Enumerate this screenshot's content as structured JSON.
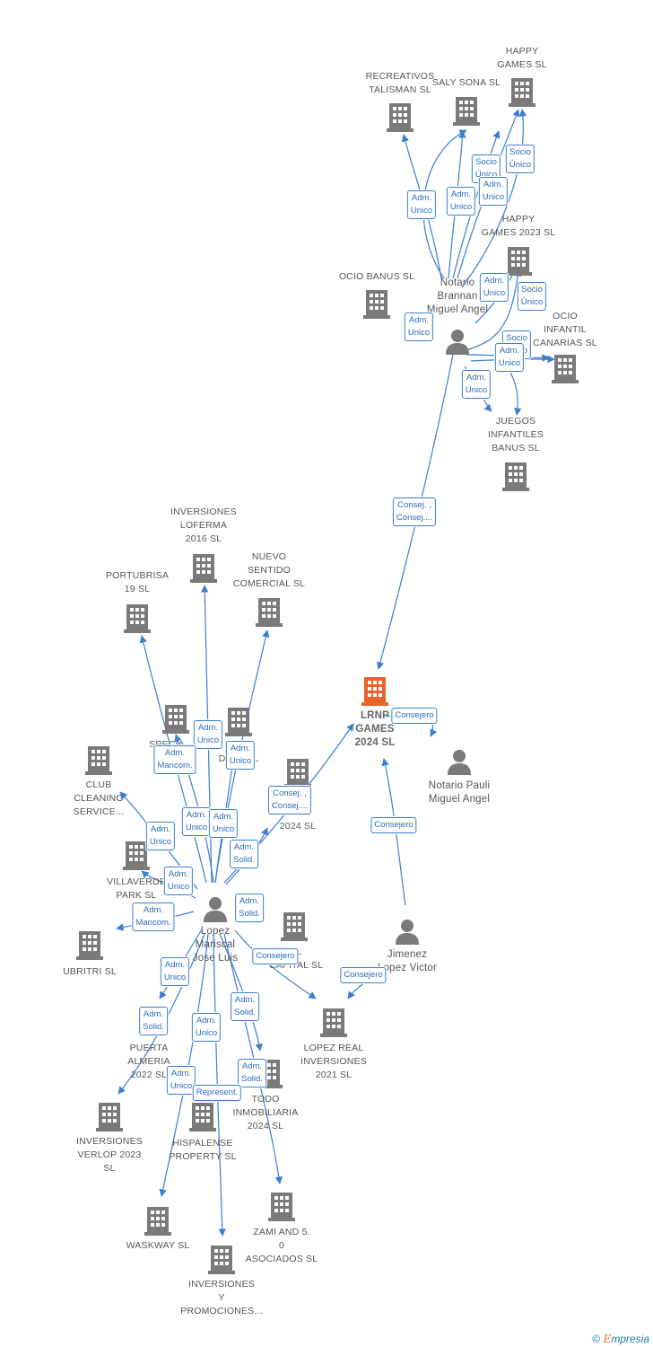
{
  "colors": {
    "accent": "#3a7fd0",
    "node": "#7a7a7a",
    "main": "#e8632c"
  },
  "main_company": {
    "label": "LRNP\nGAMES\n2024  SL"
  },
  "companies": [
    {
      "key": "happy_games",
      "label": "HAPPY\nGAMES  SL"
    },
    {
      "key": "recreativos",
      "label": "RECREATIVOS\nTALISMAN  SL"
    },
    {
      "key": "saly_sona",
      "label": "SALY SONA  SL"
    },
    {
      "key": "happy_2023",
      "label": "HAPPY\nGAMES 2023  SL"
    },
    {
      "key": "ocio_banus",
      "label": "OCIO BANUS  SL"
    },
    {
      "key": "ocio_infantil",
      "label": "OCIO\nINFANTIL\nCANARIAS SL"
    },
    {
      "key": "juegos",
      "label": "JUEGOS\nINFANTILES\nBANUS  SL"
    },
    {
      "key": "loferma",
      "label": "INVERSIONES\nLOFERMA\n2016  SL"
    },
    {
      "key": "nuevo_sentido",
      "label": "NUEVO\nSENTIDO\nCOMERCIAL  SL"
    },
    {
      "key": "portubrisa",
      "label": "PORTUBRISA\n19  SL"
    },
    {
      "key": "club_cleaning",
      "label": "CLUB\nCLEANING\nSERVICE..."
    },
    {
      "key": "villaverde",
      "label": "VILLAVERDE\nPARK  SL"
    },
    {
      "key": "ubritri",
      "label": "UBRITRI  SL"
    },
    {
      "key": "especial",
      "label": "SPECIA\nSE"
    },
    {
      "key": "domi",
      "label": "DOMI  SL"
    },
    {
      "key": "inversiones_2024",
      "label": "ES\nA\n2024  SL"
    },
    {
      "key": "capital",
      "label": "EL\nCAPITAL  SL"
    },
    {
      "key": "lopez_real",
      "label": "LOPEZ REAL\nINVERSIONES\n2021  SL"
    },
    {
      "key": "puerta_almeria",
      "label": "PUERTA\nALMERIA\n2022  SL"
    },
    {
      "key": "verlop",
      "label": "INVERSIONES\nVERLOP 2023\nSL"
    },
    {
      "key": "hispalense",
      "label": "HISPALENSE\nPROPERTY  SL"
    },
    {
      "key": "todo_inmo",
      "label": "TODO\nINMOBILIARIA\n2024  SL"
    },
    {
      "key": "waskway",
      "label": "WASKWAY  SL"
    },
    {
      "key": "promociones",
      "label": "INVERSIONES\nY\nPROMOCIONES..."
    },
    {
      "key": "zami",
      "label": "ZAMI AND 5.\n0\nASOCIADOS  SL"
    }
  ],
  "people": [
    {
      "key": "notario_brannan",
      "label": "Notario\nBrannan\nMiguel Angel"
    },
    {
      "key": "notario_pauli",
      "label": "Notario Pauli\nMiguel Angel"
    },
    {
      "key": "jimenez",
      "label": "Jimenez\nLopez Victor"
    },
    {
      "key": "lopez_mariscal",
      "label": "Lopez\nMariscal\nJose Luis"
    }
  ],
  "edge_labels": [
    "Adm.\nUnico",
    "Adm.\nUnico",
    "Socio\nÚnico",
    "Socio\nÚnico",
    "Adm.\nUnico",
    "Adm.\nUnico",
    "Socio\nÚnico",
    "Adm.\nUnico",
    "Socio\nÚnico",
    "Adm.\nUnico",
    "Adm.\nUnico",
    "Consej. ,\nConsej....",
    "Consejero",
    "Consejero",
    "Consejero",
    "Consejero",
    "Adm.\nUnico",
    "Adm.\nMancom.",
    "Adm.\nUnico",
    "Adm.\nUnico",
    "Adm.\nUnico",
    "Adm.\nUnico",
    "Consej. ,\nConsej....",
    "Adm.\nSolid.",
    "Adm.\nUnico",
    "Adm.\nMancom.",
    "Adm.\nSolid.",
    "Adm.\nUnico",
    "Adm.\nSolid.",
    "Adm.\nSolid.",
    "Adm.\nUnico",
    "Adm.\nUnico",
    "Adm.\nSolid.",
    "Represent."
  ],
  "footer": {
    "copyright": "©",
    "brand_e": "E",
    "brand_rest": "mpresia"
  }
}
